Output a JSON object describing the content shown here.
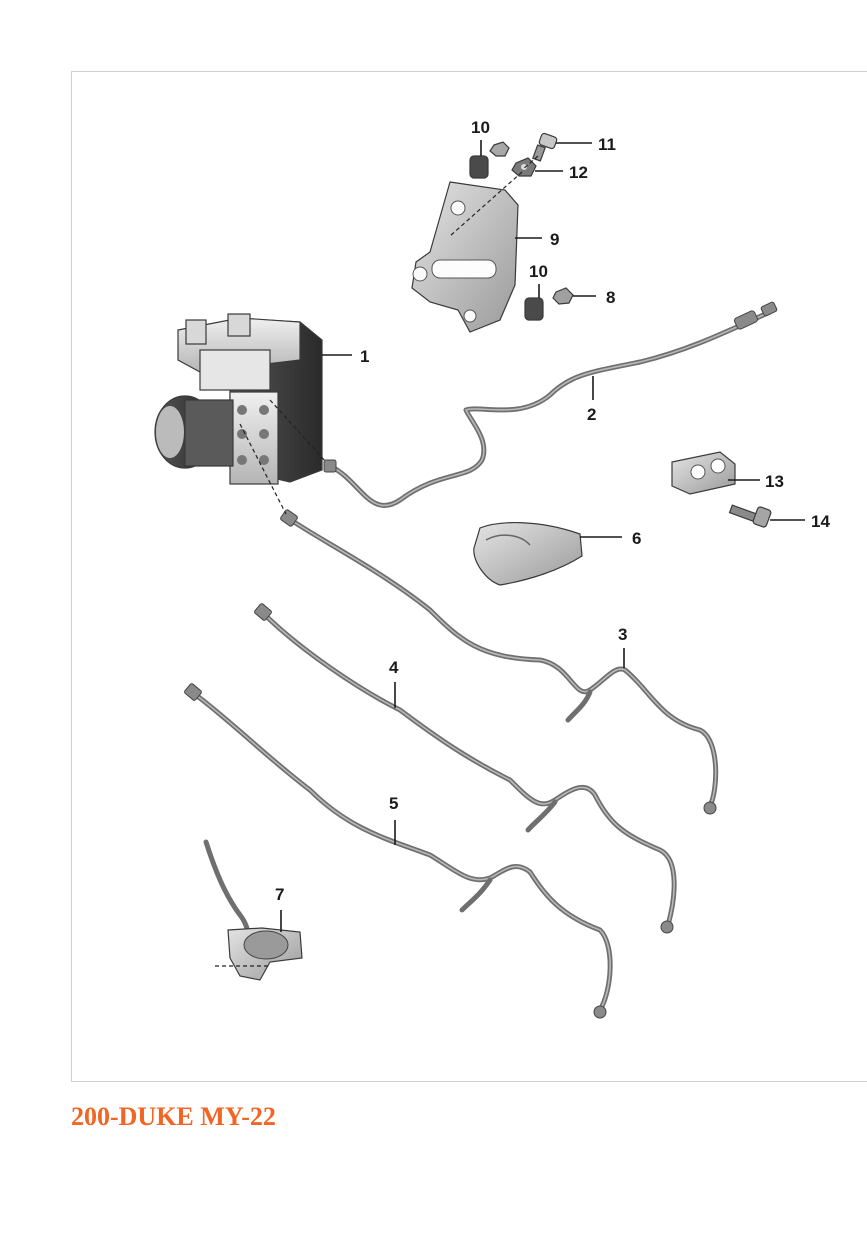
{
  "caption": "200-DUKE MY-22",
  "callouts": {
    "c1": "1",
    "c2": "2",
    "c3": "3",
    "c4": "4",
    "c5": "5",
    "c6": "6",
    "c7": "7",
    "c8": "8",
    "c9": "9",
    "c10a": "10",
    "c10b": "10",
    "c11": "11",
    "c12": "12",
    "c13": "13",
    "c14": "14"
  },
  "colors": {
    "caption": "#f26522",
    "frame": "#cfcfcf"
  }
}
